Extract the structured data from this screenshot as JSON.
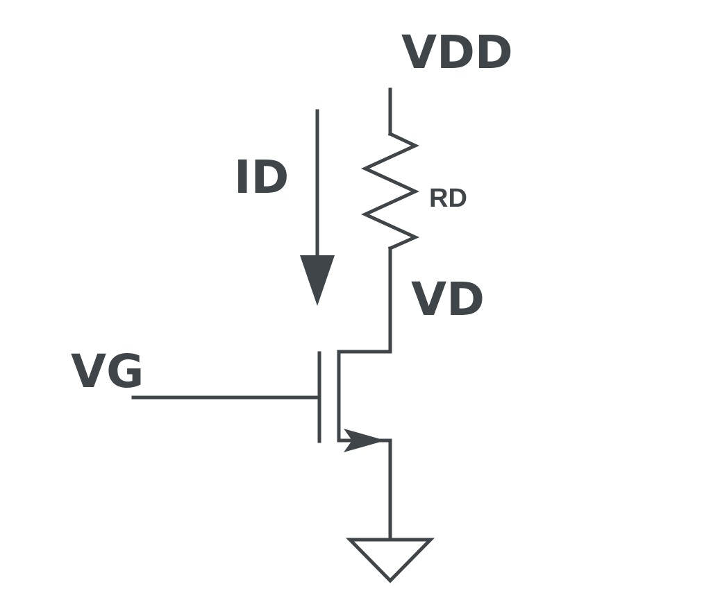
{
  "labels": {
    "supply": "VDD",
    "current": "ID",
    "resistor": "RD",
    "drain": "VD",
    "gate": "VG"
  },
  "colors": {
    "ink": "#3f4548",
    "background": "#ffffff"
  },
  "components": {
    "resistor": "resistor-symbol",
    "transistor": "nmos-transistor-symbol",
    "ground": "ground-symbol",
    "current_arrow": "down-arrow-icon"
  }
}
